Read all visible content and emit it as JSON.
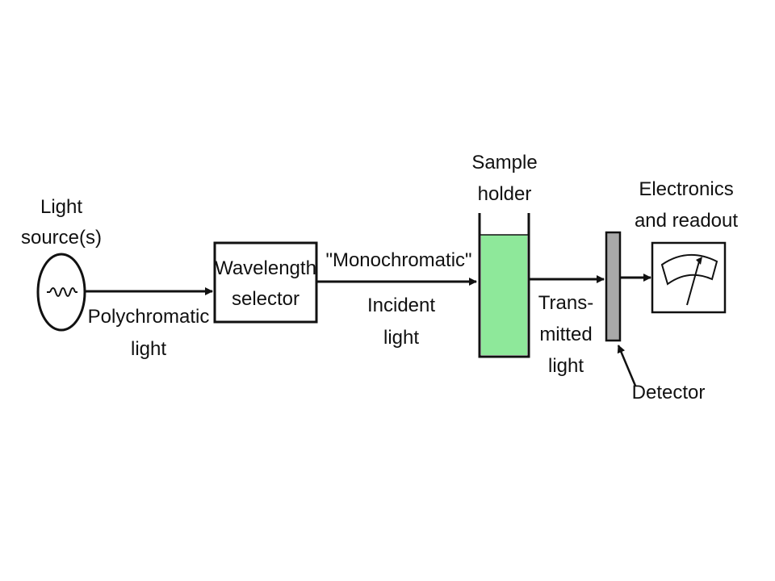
{
  "colors": {
    "ink": "#111111",
    "sample_liquid": "#8ee89a",
    "detector_fill": "#a9a9a9",
    "background": "#ffffff"
  },
  "icons": {
    "light_source": "coiled-filament-bulb-icon",
    "readout": "analog-meter-icon"
  },
  "components": {
    "light_source": {
      "label_line1": "Light",
      "label_line2": "source(s)"
    },
    "wavelength_selector": {
      "label_line1": "Wavelength",
      "label_line2": "selector"
    },
    "sample_holder": {
      "label_line1": "Sample",
      "label_line2": "holder"
    },
    "detector": {
      "label": "Detector"
    },
    "readout": {
      "label_line1": "Electronics",
      "label_line2": "and readout"
    }
  },
  "beams": {
    "polychromatic": {
      "line1": "Polychromatic",
      "line2": "light"
    },
    "monochromatic": {
      "quote": "\"Monochromatic\"",
      "line1": "Incident",
      "line2": "light"
    },
    "transmitted": {
      "line1": "Trans-",
      "line2": "mitted",
      "line3": "light"
    }
  }
}
